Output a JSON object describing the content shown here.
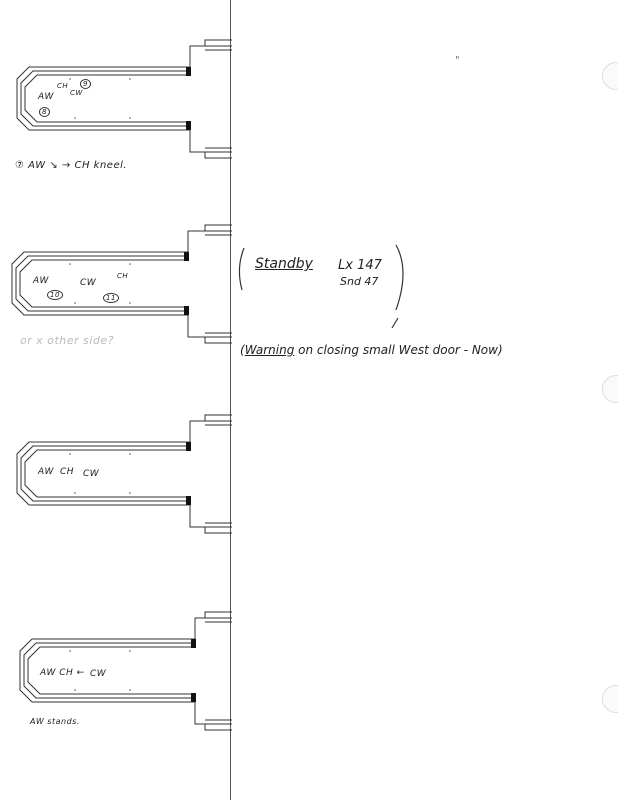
{
  "diagrams": [
    {
      "labels": [
        "AW",
        "CW",
        "CH",
        "9",
        "8"
      ],
      "caption": "⑦ AW ↘ → CH kneel."
    },
    {
      "labels": [
        "AW",
        "CW",
        "CH",
        "10",
        "11"
      ],
      "caption": "or x other side?"
    },
    {
      "labels": [
        "AW",
        "CH",
        "CW"
      ],
      "caption": ""
    },
    {
      "labels": [
        "AW CH ←",
        "CW"
      ],
      "caption": "AW stands."
    }
  ],
  "cue_note": {
    "standby": "Standby",
    "lx": "Lx 147",
    "snd": "Snd 47",
    "warning_word": "Warning",
    "warning_rest": " on closing small West door - Now"
  },
  "margin_mark": "\""
}
